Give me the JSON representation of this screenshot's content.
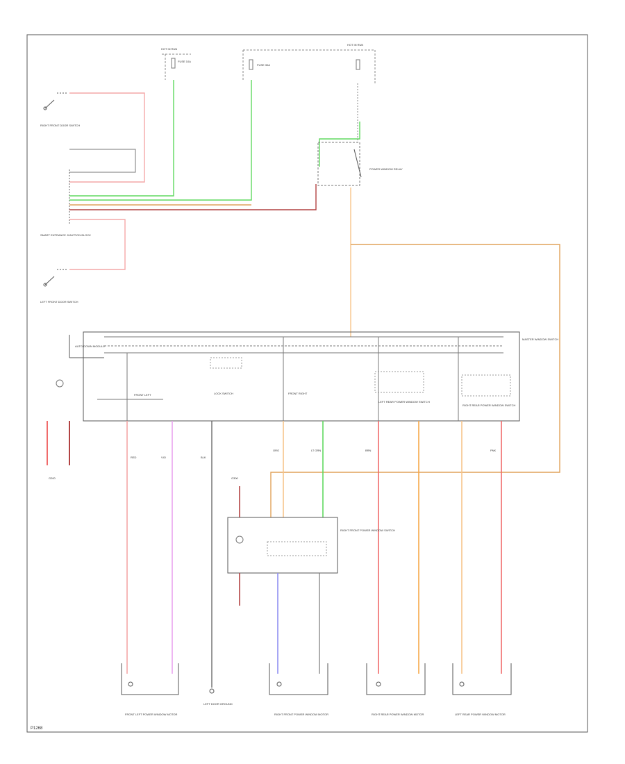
{
  "diagram": {
    "title": "Power Windows Wiring Diagram",
    "wire_colors": {
      "red": "#f06b6b",
      "pink": "#f4a7a7",
      "lt_green": "#5fd85f",
      "orange": "#f7a84a",
      "light_orange": "#f7c48a",
      "violet": "#e9a3ee",
      "blue": "#8f8ff2",
      "gray": "#9a9a9a",
      "dark_red": "#b24242",
      "black": "#555555"
    },
    "fuse_block_left_label": "HOT IN RUN",
    "fuse_block_right_label": "HOT IN RUN",
    "fuse_left": "FUSE 10A",
    "fuse_right": "FUSE 30A",
    "right_front_door_switch": "RIGHT FRONT DOOR SWITCH",
    "left_front_door_switch": "LEFT FRONT DOOR SWITCH",
    "smart_module": "SMART ENTRANCE JUNCTION BLOCK",
    "relay": "POWER WINDOW RELAY",
    "master_switch": "MASTER WINDOW SWITCH",
    "master_sections": {
      "front_left": "FRONT LEFT",
      "lock_switch": "LOCK SWITCH",
      "front_right": "FRONT RIGHT",
      "left_rear": "LEFT REAR POWER WINDOW SWITCH",
      "right_rear": "RIGHT REAR POWER WINDOW SWITCH"
    },
    "auto_down": "AUTO DOWN MODULE",
    "right_front_switch": "RIGHT FRONT POWER WINDOW SWITCH",
    "ground_labels": [
      "G200",
      "G300"
    ],
    "motors": {
      "front_left": "FRONT LEFT POWER WINDOW MOTOR",
      "front_left_ground": "LEFT DOOR GROUND",
      "front_right": "RIGHT FRONT POWER WINDOW MOTOR",
      "right_rear": "RIGHT REAR POWER WINDOW MOTOR",
      "left_rear": "LEFT REAR POWER WINDOW MOTOR"
    },
    "wire_labels": {
      "lt_grn": "LT GRN",
      "red": "RED",
      "org": "ORG",
      "vio": "VIO",
      "blk": "BLK",
      "brn": "BRN",
      "pnk": "PNK"
    },
    "footer_id": "P1268"
  }
}
